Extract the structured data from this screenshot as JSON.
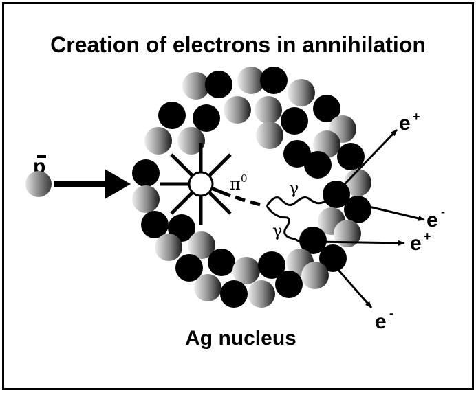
{
  "diagram": {
    "title": "Creation of electrons in annihilation",
    "nucleus_label": "Ag nucleus",
    "antiproton_label": "p",
    "pion_label": "π",
    "pion_charge": "0",
    "gamma_label": "γ",
    "positron_label": "e",
    "positron_charge": "+",
    "electron_label": "e",
    "electron_charge": "-"
  }
}
